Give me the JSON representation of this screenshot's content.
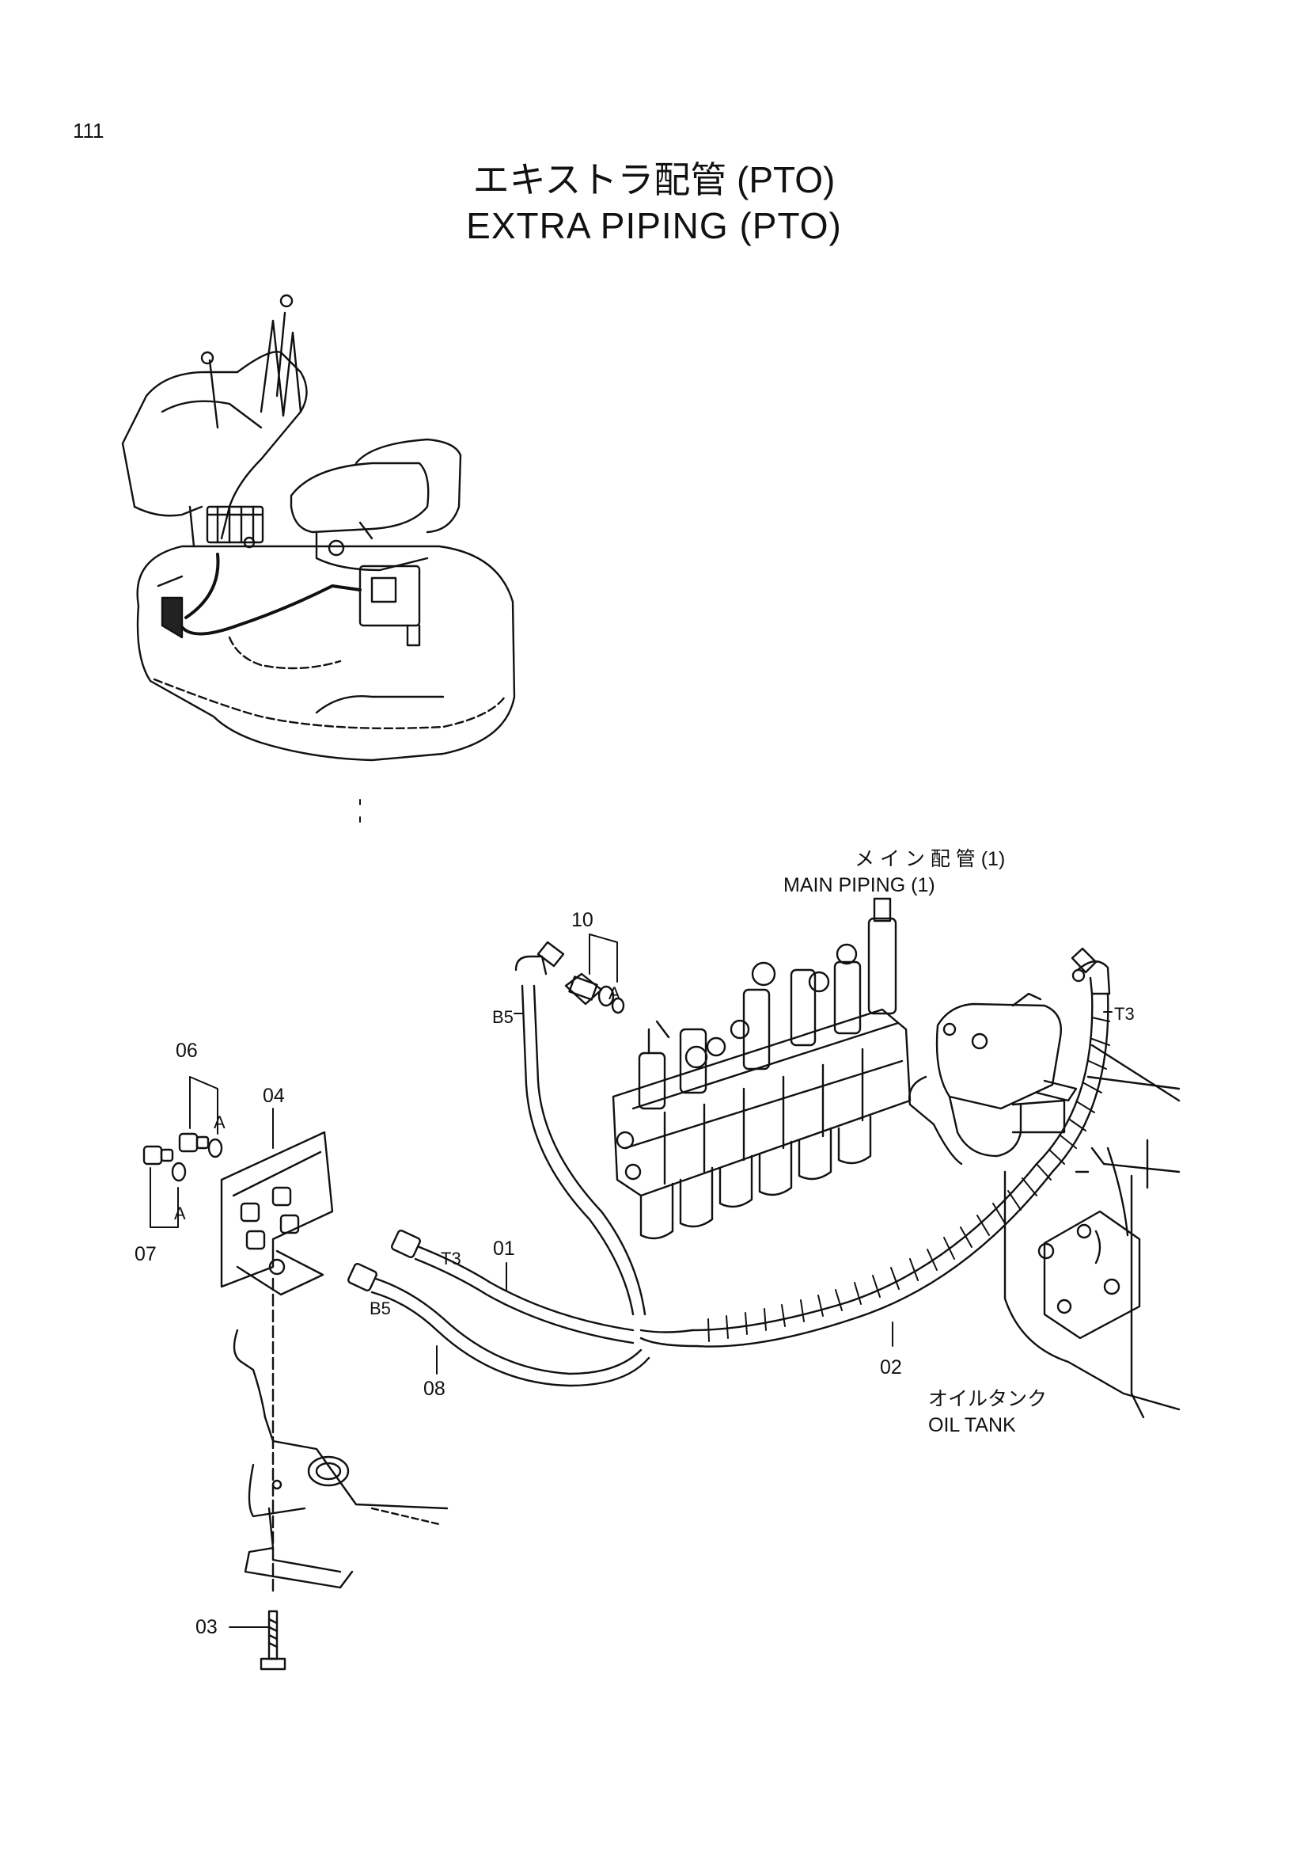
{
  "page": {
    "number": "111"
  },
  "title": {
    "japanese": "エキストラ配管 (PTO)",
    "english": "EXTRA PIPING (PTO)"
  },
  "callouts": {
    "main_piping_jp": "メ イ ン 配 管  (1)",
    "main_piping_en": "MAIN  PIPING  (1)",
    "oil_tank_jp": "オイルタンク",
    "oil_tank_en": "OIL  TANK"
  },
  "parts": [
    {
      "id": "01",
      "label": "01"
    },
    {
      "id": "02",
      "label": "02"
    },
    {
      "id": "03",
      "label": "03"
    },
    {
      "id": "04",
      "label": "04"
    },
    {
      "id": "06",
      "label": "06"
    },
    {
      "id": "07",
      "label": "07"
    },
    {
      "id": "08",
      "label": "08"
    },
    {
      "id": "10",
      "label": "10"
    }
  ],
  "port_labels": {
    "b5_valve": "B5",
    "t3_tank": "T3",
    "t3_hose": "T3",
    "b5_hose": "B5",
    "a_10": "A",
    "a_06": "A",
    "a_07": "A"
  }
}
